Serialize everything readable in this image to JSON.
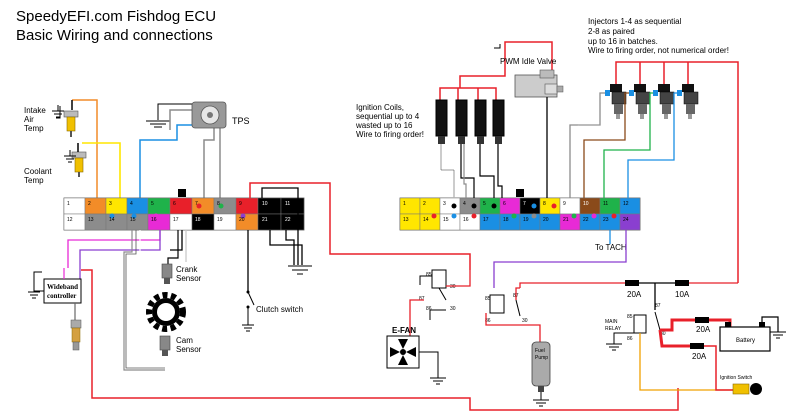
{
  "title": {
    "line1": "SpeedyEFI.com Fishdog ECU",
    "line2": "Basic Wiring and connections"
  },
  "labels": {
    "intake_air_temp": [
      "Intake",
      "Air",
      "Temp"
    ],
    "coolant_temp": [
      "Coolant",
      "Temp"
    ],
    "tps": "TPS",
    "crank_sensor": [
      "Crank",
      "Sensor"
    ],
    "cam_sensor": [
      "Cam",
      "Sensor"
    ],
    "clutch_switch": "Clutch switch",
    "wideband_controller": [
      "Wideband",
      "controller"
    ],
    "ignition_coils": [
      "Ignition Coils,",
      "sequential up to 4",
      "wasted up to 16",
      "Wire to firing order!"
    ],
    "pwm_idle_valve": "PWM Idle Valve",
    "injectors": [
      "Injectors 1-4 as sequential",
      "2-8 as paired",
      "up to 16 in batches.",
      "Wire to firing order, not numerical order!"
    ],
    "to_tach": "To TACH",
    "e_fan": "E-FAN",
    "fuel_pump": [
      "Fuel",
      "Pump"
    ],
    "main_relay": [
      "MAIN",
      "RELAY"
    ],
    "battery": "Battery",
    "ignition_switch": "Ignition Switch",
    "fuse_20a_left": "20A",
    "fuse_10a": "10A",
    "fuse_20a_battery": "20A",
    "fuse_20a_lower": "20A"
  },
  "relay_pins": {
    "efan_relay": [
      "85",
      "86",
      "30",
      "87",
      "30"
    ],
    "fuel_relay": [
      "85",
      "87",
      "86",
      "30"
    ],
    "main_relay": [
      "87",
      "85",
      "30",
      "86"
    ]
  },
  "left_connector": {
    "top_row": [
      "1",
      "2",
      "3",
      "4",
      "5",
      "6",
      "7",
      "8",
      "9",
      "10",
      "11"
    ],
    "bottom_row": [
      "12",
      "13",
      "14",
      "15",
      "16",
      "17",
      "18",
      "19",
      "20",
      "21",
      "22"
    ]
  },
  "right_connector": {
    "top_row": [
      "1",
      "2",
      "3",
      "4",
      "5",
      "6",
      "7",
      "8",
      "9",
      "10",
      "11",
      "12"
    ],
    "bottom_row": [
      "13",
      "14",
      "15",
      "16",
      "17",
      "18",
      "19",
      "20",
      "21",
      "22",
      "23",
      "24"
    ]
  },
  "colors": {
    "red": "#e8202a",
    "yellow": "#ffe600",
    "orange": "#f28c28",
    "blue": "#1a8fe3",
    "green": "#1fb24a",
    "magenta": "#e82ad6",
    "purple": "#8a3fd0",
    "brown": "#8a4a1a",
    "black": "#000000",
    "gray": "#8c8c8c"
  }
}
